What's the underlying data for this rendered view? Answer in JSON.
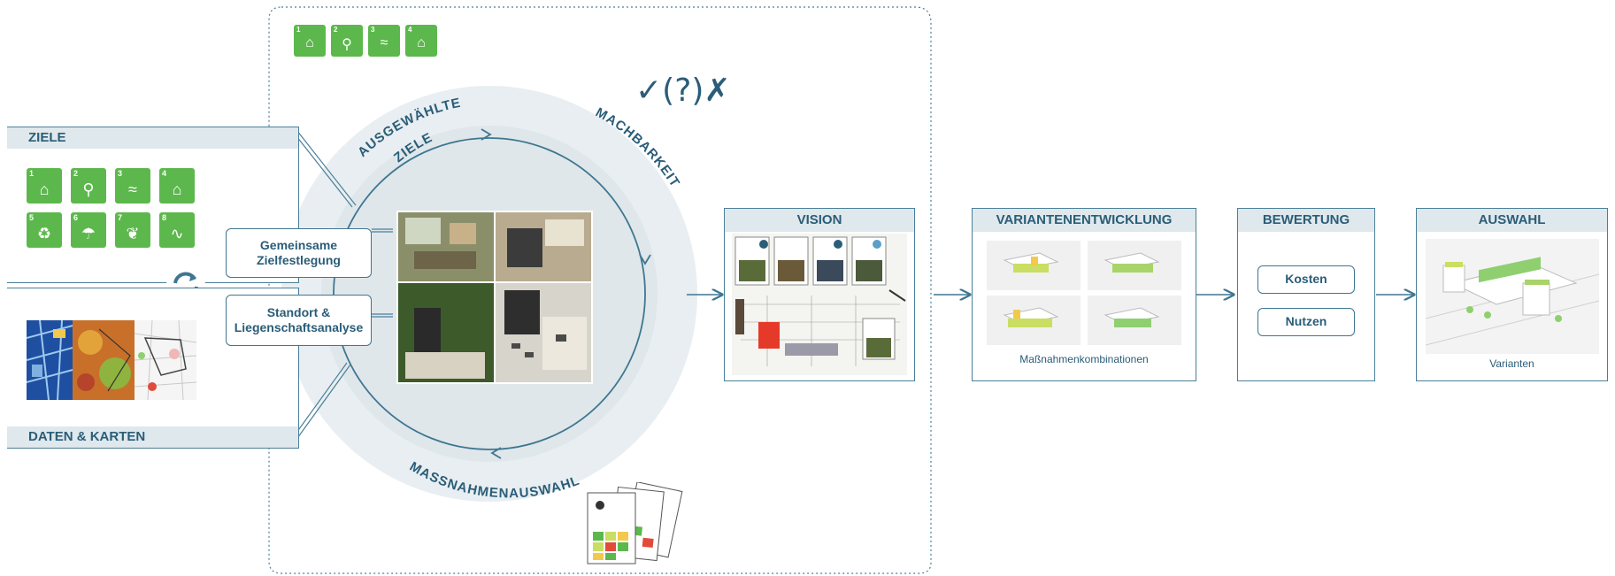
{
  "left": {
    "ziele_title": "ZIELE",
    "daten_title": "DATEN & KARTEN",
    "sdg_numbers": [
      "1",
      "2",
      "3",
      "4",
      "5",
      "6",
      "7",
      "8"
    ],
    "sdg_icons": [
      "home-icon",
      "run-icon",
      "fish-icon",
      "house-icon",
      "recycle-icon",
      "handwash-icon",
      "leaf-icon",
      "heartbeat-icon"
    ]
  },
  "pills": {
    "zielfestlegung_line1": "Gemeinsame",
    "zielfestlegung_line2": "Zielfestlegung",
    "standort_line1": "Standort &",
    "standort_line2": "Liegenschaftsanalyse"
  },
  "cycle": {
    "label_top": "AUSGEWÄHLTE",
    "label_top2": "ZIELE",
    "label_right": "MACHBARKEIT",
    "label_bottom": "MASSNAHMENAUSWAHL",
    "feasibility_symbols": "✓(?)✗",
    "top_sdg_numbers": [
      "1",
      "2",
      "3",
      "4"
    ]
  },
  "stages": {
    "vision": "VISION",
    "varianten": "VARIANTENENTWICKLUNG",
    "varianten_caption": "Maßnahmenkombinationen",
    "bewertung": "BEWERTUNG",
    "kosten": "Kosten",
    "nutzen": "Nutzen",
    "auswahl": "AUSWAHL",
    "auswahl_caption": "Varianten"
  },
  "colors": {
    "accent": "#2a5d78",
    "sdg_green": "#5cb84c",
    "light_fill": "#dfe8ec",
    "circle_fill": "#e8eef1"
  }
}
